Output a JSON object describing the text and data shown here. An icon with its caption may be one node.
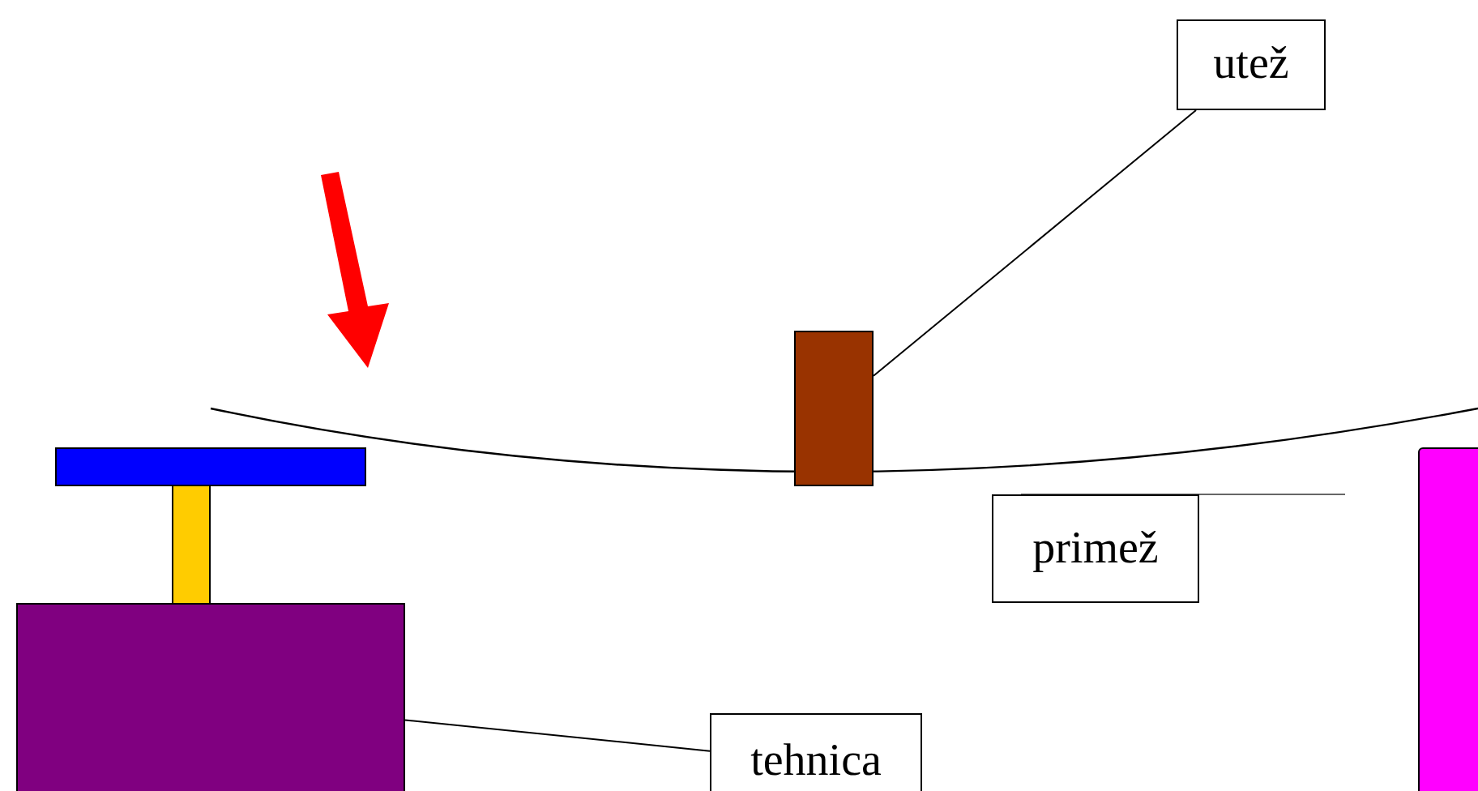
{
  "diagram": {
    "nodes": [
      {
        "text": [
          "utež"
        ]
      },
      {
        "text": [],
        "shape": "box"
      },
      {
        "text": [
          "primež"
        ]
      },
      {
        "text": [
          "tehnica"
        ]
      },
      {
        "text": [],
        "shape": "box"
      },
      {
        "text": [],
        "shape": "box"
      },
      {
        "text": [],
        "shape": "box"
      },
      {
        "text": [],
        "shape": "bar"
      }
    ],
    "edges": [
      {
        "from": 0,
        "to": 1,
        "arrow": "none"
      },
      {
        "from": 2,
        "to": null,
        "arrow": "none",
        "color": "#666666"
      },
      {
        "from": 3,
        "to": 4,
        "arrow": "none"
      }
    ]
  }
}
